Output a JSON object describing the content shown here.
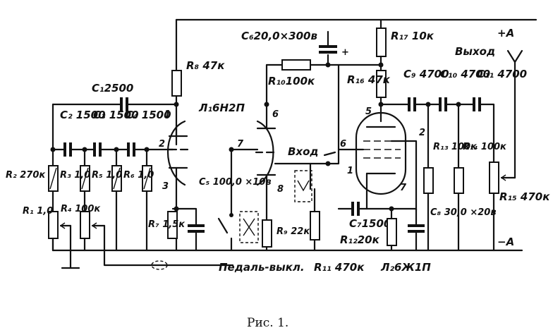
{
  "caption": "Рис. 1.",
  "tubes": {
    "l1": "Л₁6Н2П",
    "l2": "Л₂6Ж1П"
  },
  "terminals": {
    "plus": "+A",
    "minus": "−A",
    "output": "Выход",
    "input": "Вход",
    "pedal": "Педаль-выкл."
  },
  "components": {
    "c1": "C₁2500",
    "c2": "C₂ 1500",
    "c3": "C₃ 1500",
    "c4": "C₄ 1500",
    "c5": "C₅ 100,0 ×10в",
    "c6": "C₆20,0×300в",
    "c7": "C₇1500",
    "c8": "C₈ 30,0 ×20в",
    "c9": "C₉ 4700",
    "c10": "C₁₀ 4700",
    "c11": "C₁₁ 4700",
    "r1": "R₁ 1,0",
    "r2": "R₂ 270к",
    "r3": "R₃ 1,0",
    "r4": "R₄ 100к",
    "r5": "R₅ 1,0",
    "r6": "R₆ 1,0",
    "r7": "R₇ 1,5к",
    "r8": "R₈ 47к",
    "r9": "R₉ 22к",
    "r10": "R₁₀100к",
    "r11": "R₁₁ 470к",
    "r12": "R₁₂20к",
    "r13": "R₁₃ 100к",
    "r14": "R₁₄ 100к",
    "r15": "R₁₅ 470к",
    "r16": "R₁₆ 47к",
    "r17": "R₁₇ 10к"
  },
  "pins": {
    "l1": [
      "1",
      "2",
      "3",
      "6",
      "7",
      "8"
    ],
    "l2": [
      "1",
      "2",
      "5",
      "6",
      "7"
    ]
  }
}
